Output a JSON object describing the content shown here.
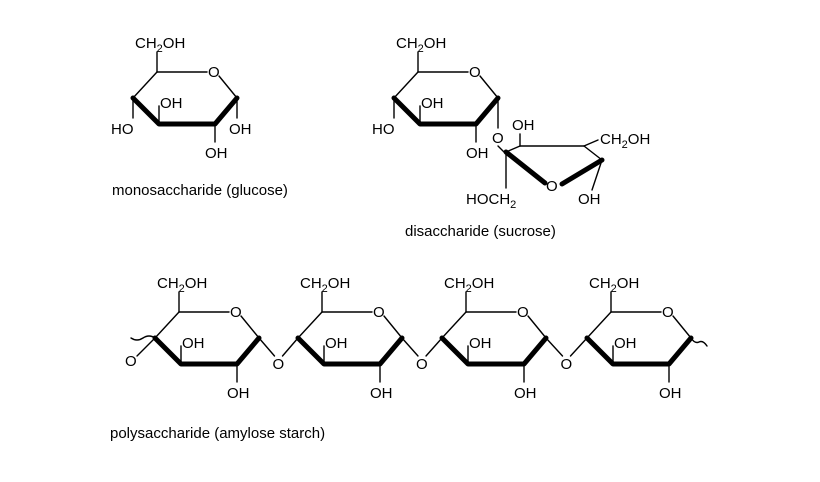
{
  "labels": {
    "ch2oh": "CH",
    "ch2oh_sub": "2",
    "ch2oh_tail": "OH",
    "oh": "OH",
    "ho": "HO",
    "o": "O",
    "hoch2": "HOCH",
    "hoch2_sub": "2"
  },
  "captions": {
    "monosaccharide": "monosaccharide (glucose)",
    "disaccharide": "disaccharide (sucrose)",
    "polysaccharide": "polysaccharide (amylose starch)"
  }
}
